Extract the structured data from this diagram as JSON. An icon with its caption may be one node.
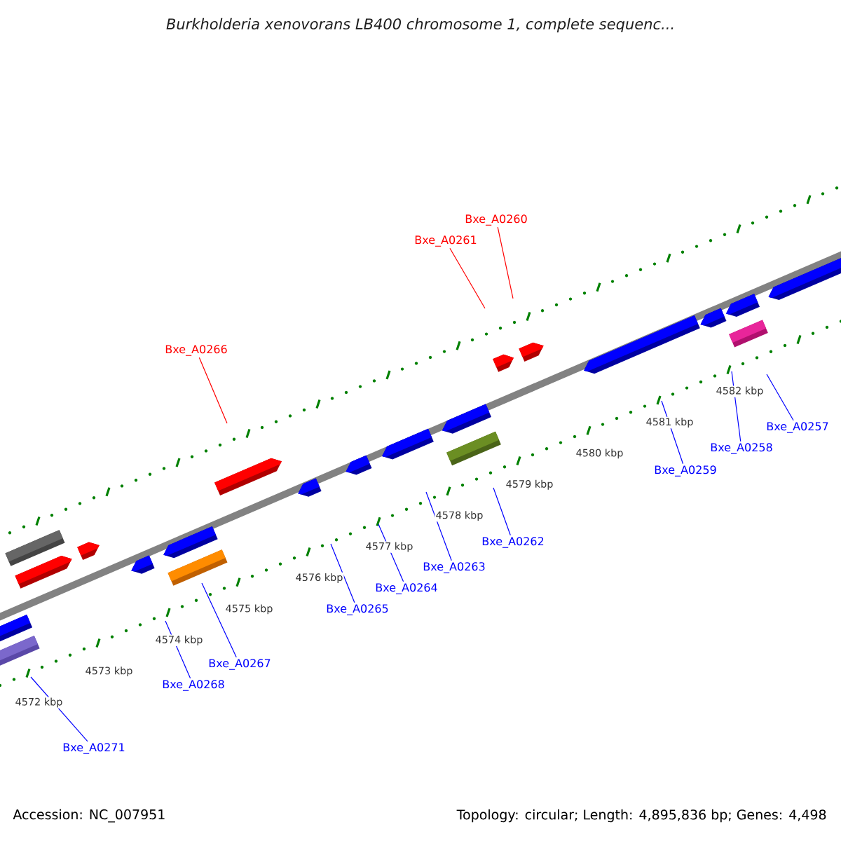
{
  "diagram": {
    "title": "Burkholderia xenovorans LB400 chromosome 1, complete sequenc...",
    "nodes": [
      {
        "text": [
          "Bxe_A0260"
        ]
      },
      {
        "text": [
          "Bxe_A0261"
        ]
      },
      {
        "text": [
          "Bxe_A0266"
        ]
      },
      {
        "text": [
          "Bxe_A0257"
        ]
      },
      {
        "text": [
          "Bxe_A0258"
        ]
      },
      {
        "text": [
          "Bxe_A0259"
        ]
      },
      {
        "text": [
          "Bxe_A0262"
        ]
      },
      {
        "text": [
          "Bxe_A0263"
        ]
      },
      {
        "text": [
          "Bxe_A0264"
        ]
      },
      {
        "text": [
          "Bxe_A0265"
        ]
      },
      {
        "text": [
          "Bxe_A0267"
        ]
      },
      {
        "text": [
          "Bxe_A0268"
        ]
      },
      {
        "text": [
          "Bxe_A0271"
        ]
      }
    ],
    "edges": [
      {
        "from": 0,
        "to": null,
        "arrow": "none",
        "color": "#ff0000"
      },
      {
        "from": 1,
        "to": null,
        "arrow": "none",
        "color": "#ff0000"
      },
      {
        "from": 2,
        "to": null,
        "arrow": "none",
        "color": "#ff0000"
      },
      {
        "from": 3,
        "to": null,
        "arrow": "none"
      },
      {
        "from": 4,
        "to": null,
        "arrow": "none"
      },
      {
        "from": 5,
        "to": null,
        "arrow": "none"
      },
      {
        "from": 6,
        "to": null,
        "arrow": "none"
      },
      {
        "from": 7,
        "to": null,
        "arrow": "none"
      },
      {
        "from": 8,
        "to": null,
        "arrow": "none"
      },
      {
        "from": 9,
        "to": null,
        "arrow": "none"
      },
      {
        "from": 10,
        "to": null,
        "arrow": "none"
      },
      {
        "from": 11,
        "to": null,
        "arrow": "none"
      },
      {
        "from": 12,
        "to": null,
        "arrow": "none"
      }
    ],
    "labels": [
      "4572 kbp",
      "4573 kbp",
      "4574 kbp",
      "4575 kbp",
      "4576 kbp",
      "4577 kbp",
      "4578 kbp",
      "4579 kbp",
      "4580 kbp",
      "4581 kbp",
      "4582 kbp",
      "Accession: NC_007951",
      "Topology: circular; Length: 4,895,836 bp; Genes: 4,498"
    ]
  }
}
